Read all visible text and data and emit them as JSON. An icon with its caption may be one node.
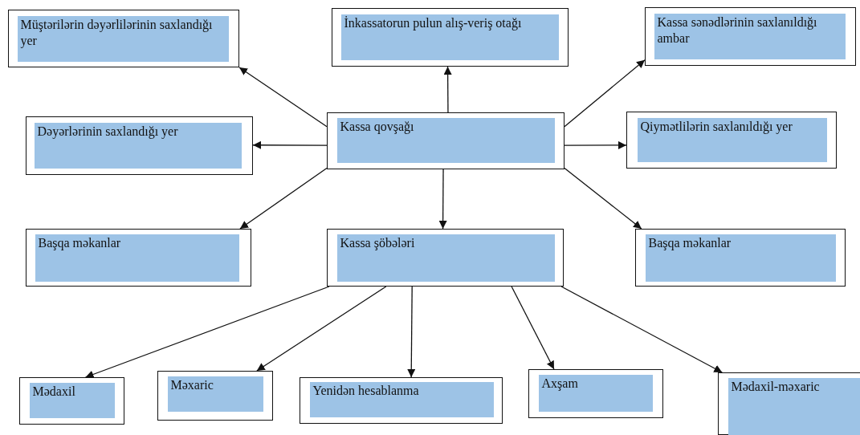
{
  "diagram": {
    "nodes": [
      {
        "text": [
          "Müştərilərin dəyərlilərinin saxlandığı yer"
        ]
      },
      {
        "text": [
          "İnkassatorun pulun alış-veriş otağı"
        ]
      },
      {
        "text": [
          "Kassa sənədlərinin saxlanıldığı ambar"
        ]
      },
      {
        "text": [
          "Dəyərlərinin saxlandığı yer"
        ]
      },
      {
        "text": [
          "Kassa qovşağı"
        ]
      },
      {
        "text": [
          "Qiymətlilərin saxlanıldığı yer"
        ]
      },
      {
        "text": [
          "Başqa məkanlar"
        ]
      },
      {
        "text": [
          "Kassa şöbələri"
        ]
      },
      {
        "text": [
          "Başqa məkanlar"
        ]
      },
      {
        "text": [
          "Mədaxil"
        ]
      },
      {
        "text": [
          "Məxaric"
        ]
      },
      {
        "text": [
          "Yenidən hesablanma"
        ]
      },
      {
        "text": [
          "Axşam"
        ]
      },
      {
        "text": [
          "Mədaxil-məxaric"
        ]
      }
    ],
    "edges": [
      {
        "from": 4,
        "to": 0,
        "arrow": "to"
      },
      {
        "from": 4,
        "to": 1,
        "arrow": "to"
      },
      {
        "from": 4,
        "to": 2,
        "arrow": "to"
      },
      {
        "from": 4,
        "to": 3,
        "arrow": "to"
      },
      {
        "from": 4,
        "to": 5,
        "arrow": "to"
      },
      {
        "from": 4,
        "to": 6,
        "arrow": "to"
      },
      {
        "from": 4,
        "to": 7,
        "arrow": "to"
      },
      {
        "from": 4,
        "to": 8,
        "arrow": "to"
      },
      {
        "from": 7,
        "to": 9,
        "arrow": "to"
      },
      {
        "from": 7,
        "to": 10,
        "arrow": "to"
      },
      {
        "from": 7,
        "to": 11,
        "arrow": "to"
      },
      {
        "from": 7,
        "to": 12,
        "arrow": "to"
      },
      {
        "from": 7,
        "to": 13,
        "arrow": "to"
      }
    ]
  }
}
